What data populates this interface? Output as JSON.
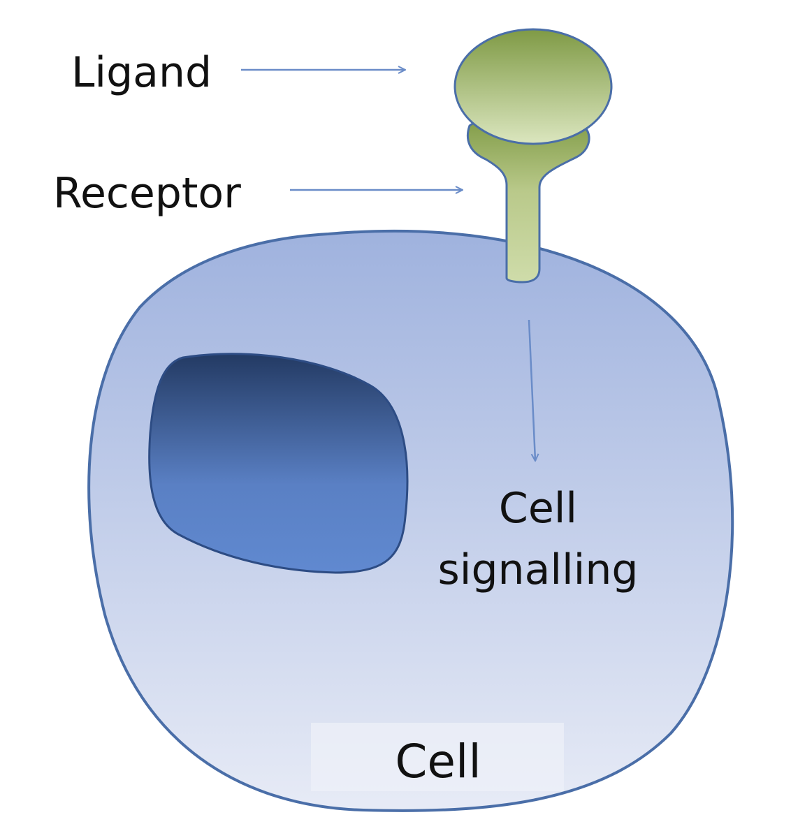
{
  "labels": {
    "ligand": "Ligand",
    "receptor": "Receptor",
    "signalling_line1": "Cell",
    "signalling_line2": "signalling",
    "cell": "Cell"
  },
  "colors": {
    "cell_top": "#9fb2de",
    "cell_bottom": "#e7ebf6",
    "cell_outline": "#4a6ea8",
    "nucleus_top": "#233a63",
    "nucleus_bottom": "#6089d0",
    "ligand_top": "#7f9a45",
    "ligand_bottom": "#dbe6bf",
    "receptor_top": "#7f9a45",
    "receptor_bottom": "#cfdcaa",
    "arrow": "#6a8cc8"
  }
}
